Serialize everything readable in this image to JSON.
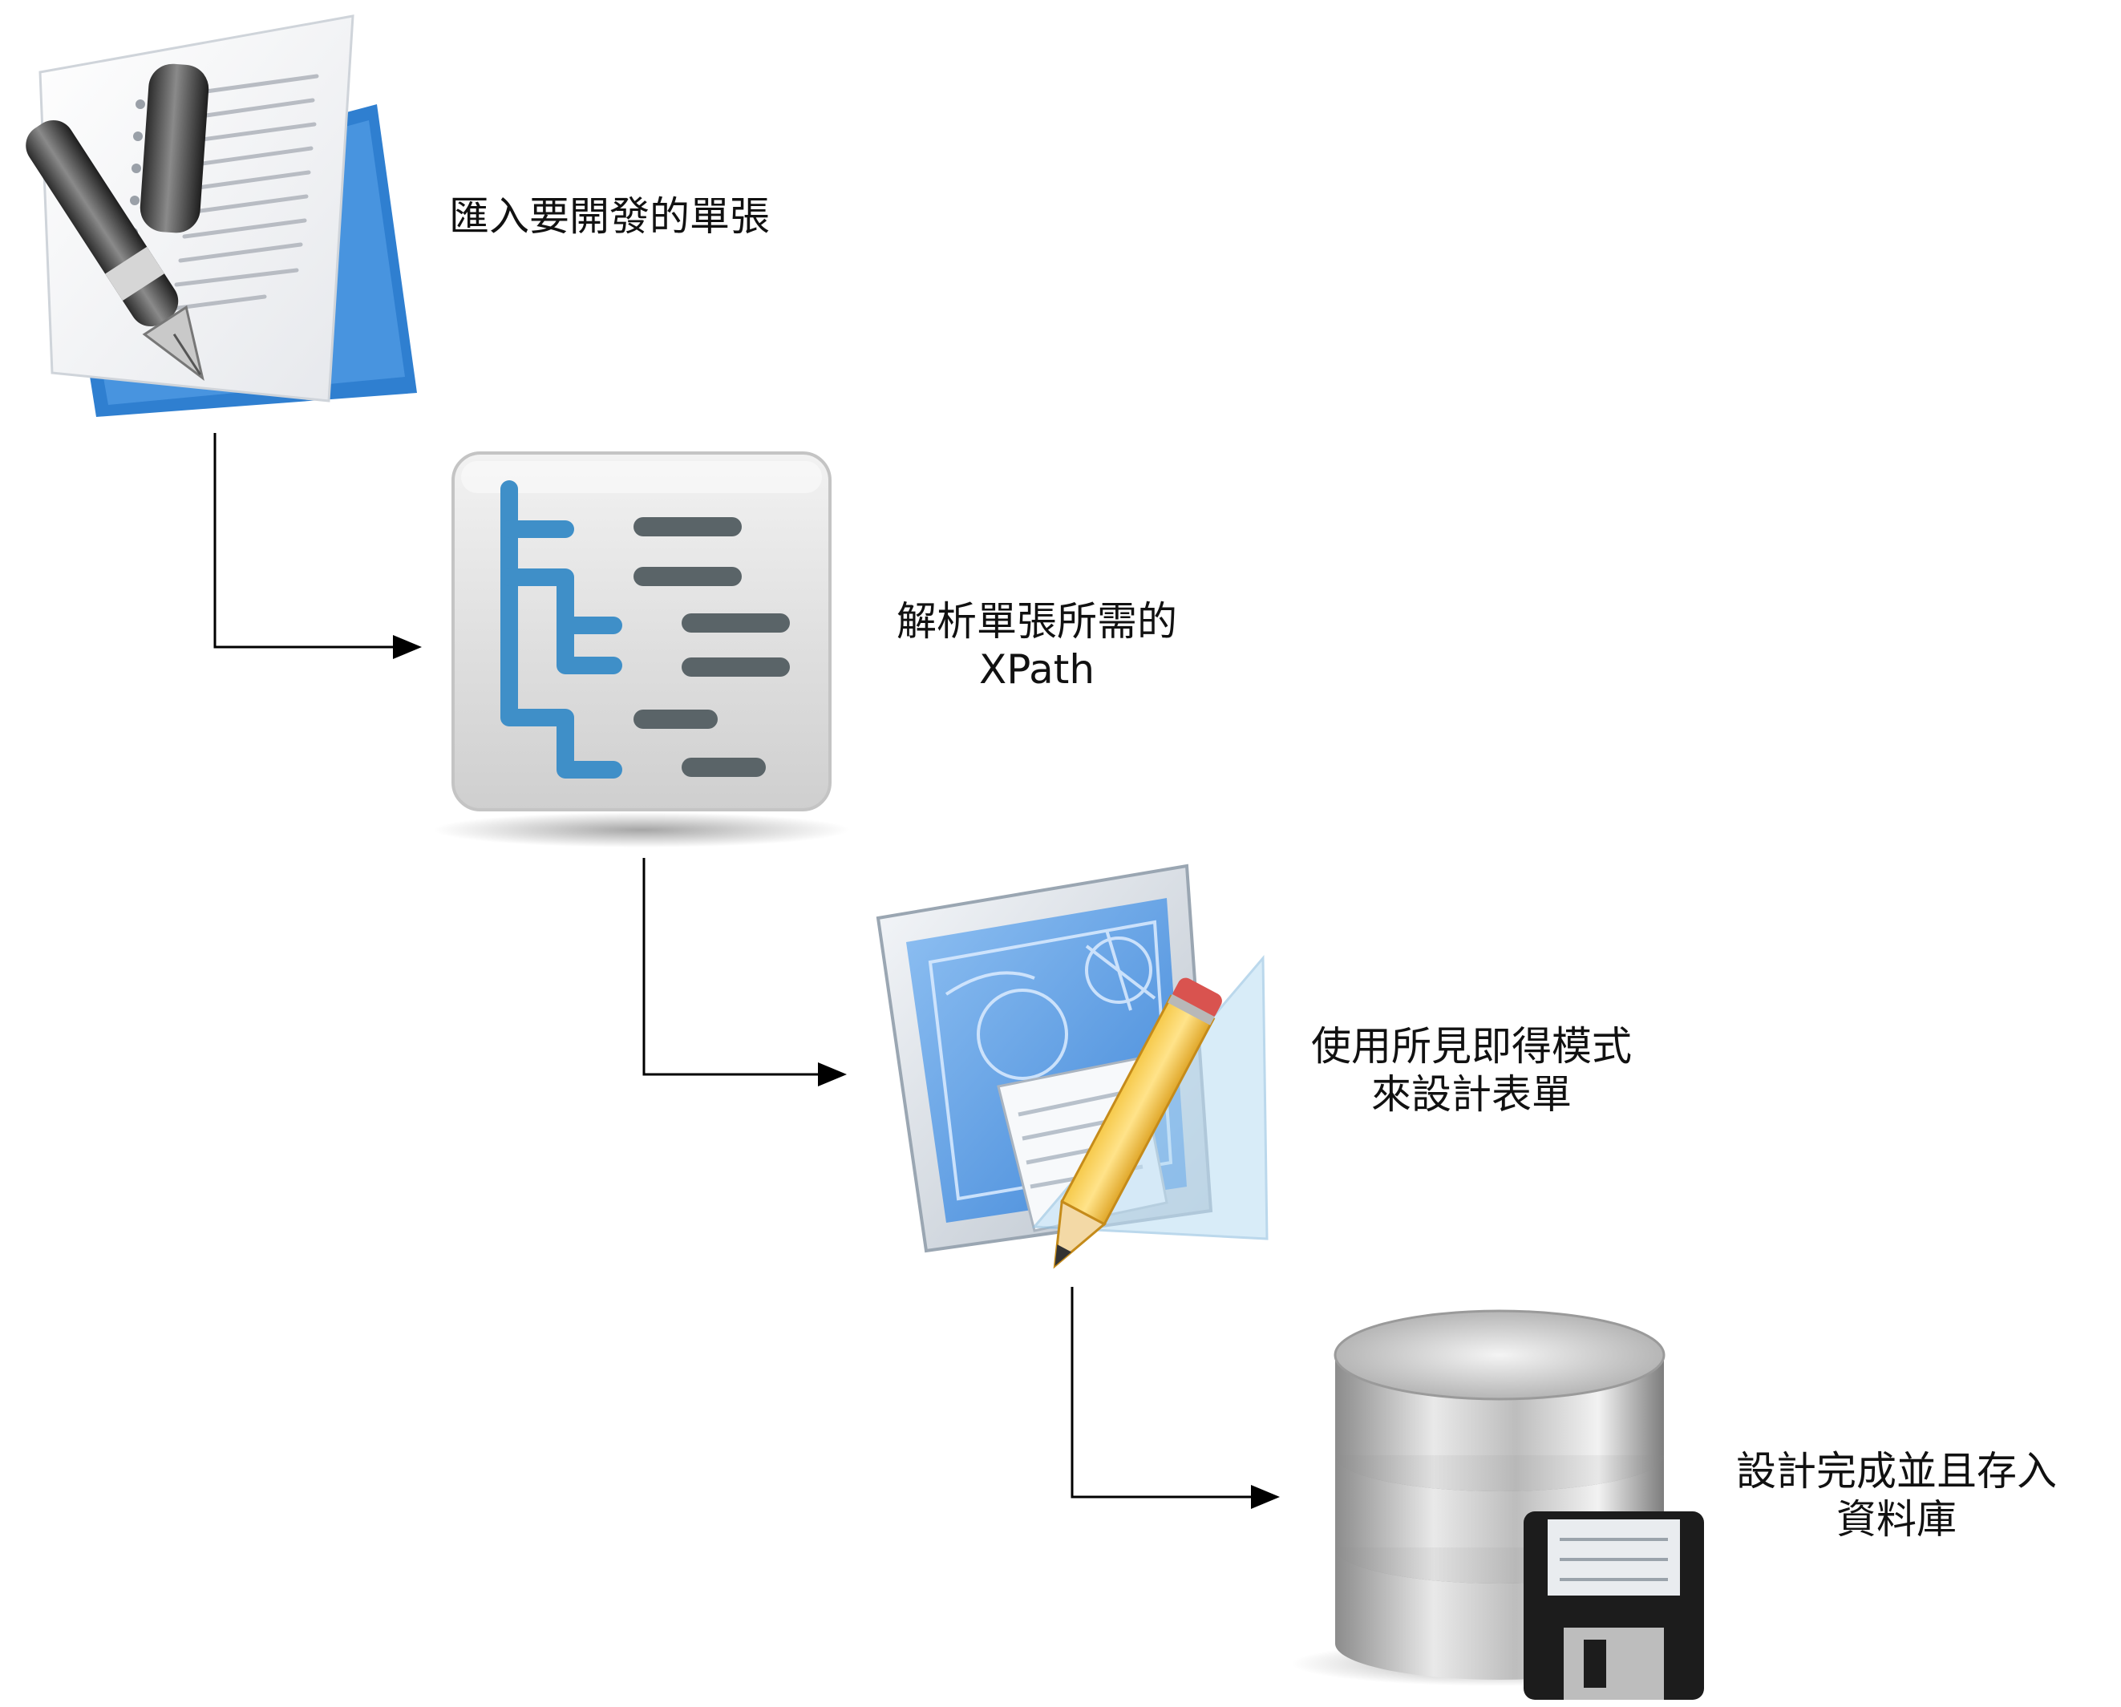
{
  "steps": [
    {
      "id": "import-form",
      "icon": "document-pen-icon",
      "lines": [
        "匯入要開發的單張"
      ]
    },
    {
      "id": "parse-xpath",
      "icon": "xml-tree-icon",
      "lines": [
        "解析單張所需的",
        "XPath"
      ]
    },
    {
      "id": "wysiwyg-design",
      "icon": "blueprint-designer-icon",
      "lines": [
        "使用所見即得模式",
        "來設計表單"
      ]
    },
    {
      "id": "save-database",
      "icon": "database-save-icon",
      "lines": [
        "設計完成並且存入",
        "資料庫"
      ]
    }
  ],
  "colors": {
    "connector": "#000000",
    "accent_blue": "#2f7fd0",
    "tree_blue": "#3f8fc8",
    "text": "#111111"
  }
}
